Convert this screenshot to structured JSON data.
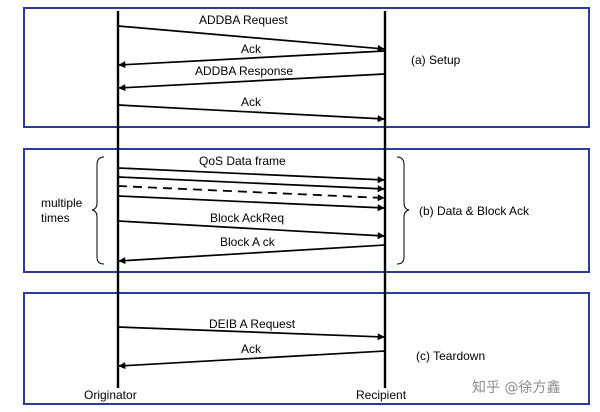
{
  "phases": {
    "setup": {
      "label": "(a) Setup"
    },
    "data_block_ack": {
      "label": "(b) Data & Block Ack"
    },
    "teardown": {
      "label": "(c) Teardown"
    }
  },
  "messages": {
    "addba_request": "ADDBA   Request",
    "ack_1": "Ack",
    "addba_response": "ADDBA   Response",
    "ack_2": "Ack",
    "qos_data_frame": "QoS Data frame",
    "block_ack_req": "Block AckReq",
    "block_ack": "Block A ck",
    "delba_request": "DEIB  A Request",
    "ack_3": "Ack"
  },
  "side_note": {
    "line1": "multiple",
    "line2": "times"
  },
  "participants": {
    "originator": "Originator",
    "recipient": "Recipient"
  },
  "watermark": "知乎 @徐方鑫",
  "colors": {
    "box_border": "#2e3b9e",
    "line": "#000000",
    "watermark": "#8c8c8c"
  }
}
